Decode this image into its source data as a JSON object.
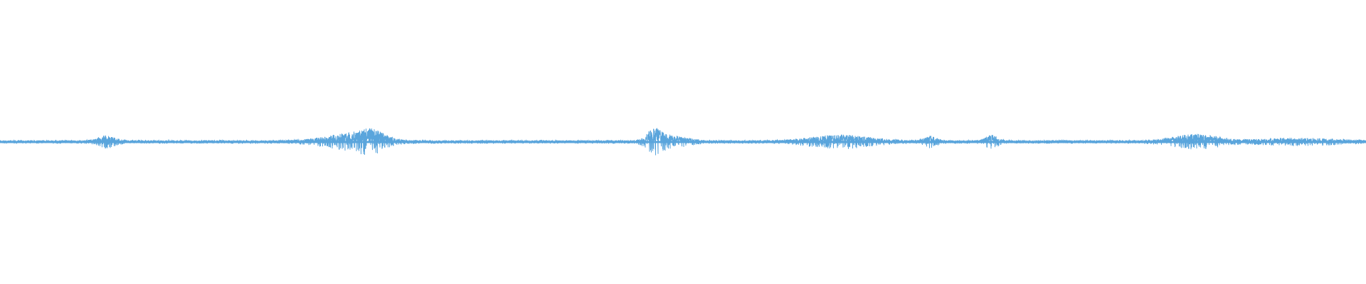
{
  "waveform": {
    "color": "#5aa5dc",
    "background": "#ffffff",
    "baseline_amplitude": 0.012,
    "bursts": [
      {
        "center": 0.078,
        "width": 0.012,
        "amplitude": 0.035
      },
      {
        "center": 0.255,
        "width": 0.035,
        "amplitude": 0.045
      },
      {
        "center": 0.272,
        "width": 0.018,
        "amplitude": 0.055
      },
      {
        "center": 0.479,
        "width": 0.01,
        "amplitude": 0.075
      },
      {
        "center": 0.492,
        "width": 0.02,
        "amplitude": 0.035
      },
      {
        "center": 0.615,
        "width": 0.04,
        "amplitude": 0.04
      },
      {
        "center": 0.681,
        "width": 0.008,
        "amplitude": 0.035
      },
      {
        "center": 0.726,
        "width": 0.008,
        "amplitude": 0.04
      },
      {
        "center": 0.875,
        "width": 0.03,
        "amplitude": 0.045
      },
      {
        "center": 0.95,
        "width": 0.05,
        "amplitude": 0.018
      }
    ]
  }
}
